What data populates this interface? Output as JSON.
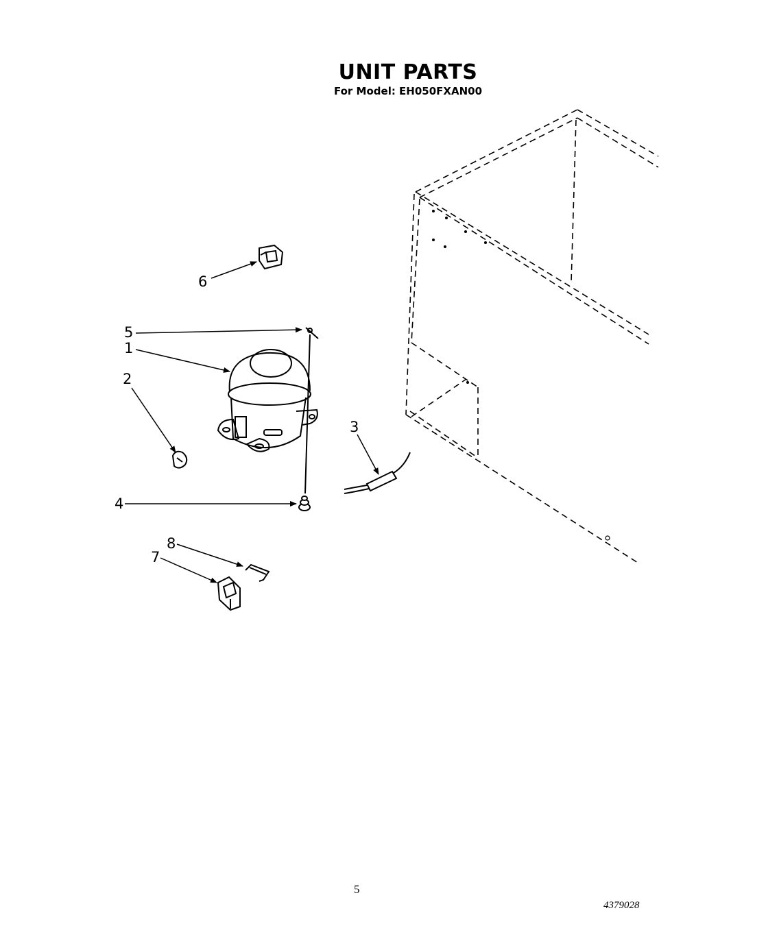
{
  "header": {
    "title": "UNIT PARTS",
    "model_line": "For Model: EH050FXAN00"
  },
  "callouts": [
    {
      "label": "1"
    },
    {
      "label": "2"
    },
    {
      "label": "3"
    },
    {
      "label": "4"
    },
    {
      "label": "5"
    },
    {
      "label": "6"
    },
    {
      "label": "7"
    },
    {
      "label": "8"
    }
  ],
  "footer": {
    "page_number": "5",
    "document_number": "4379028"
  }
}
